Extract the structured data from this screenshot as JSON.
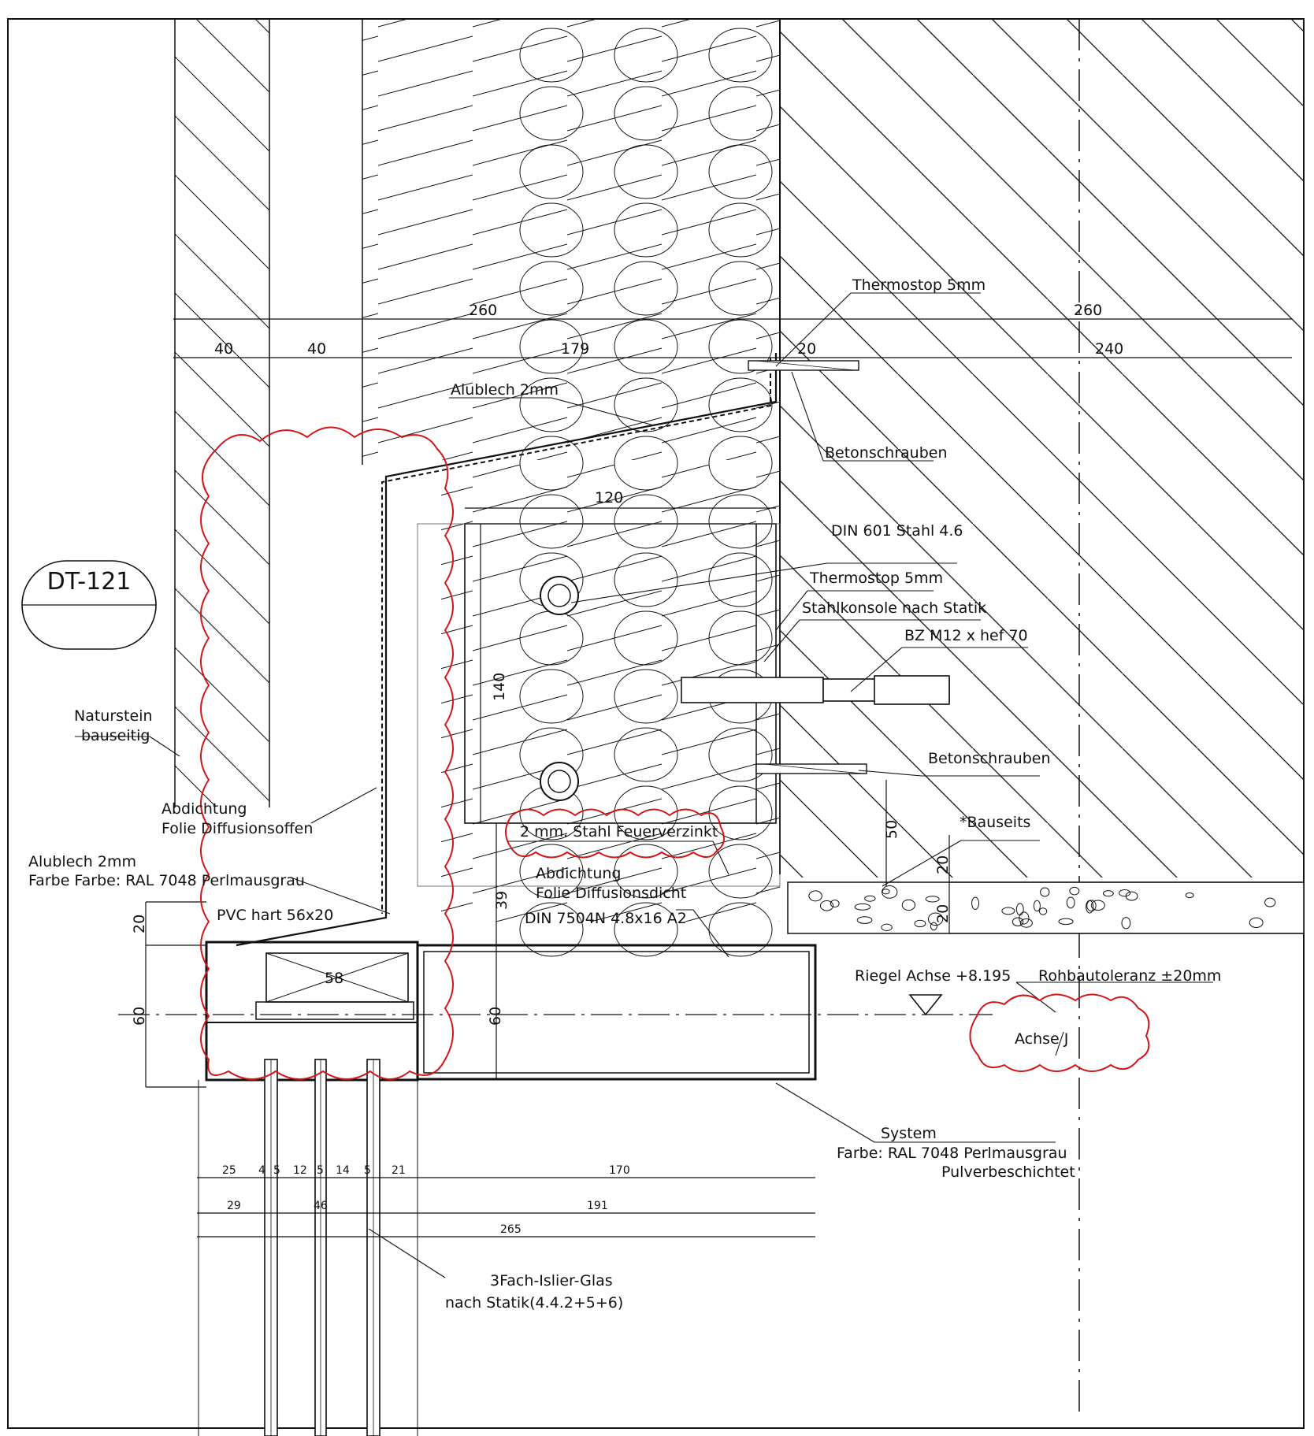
{
  "detail_id": "DT-121",
  "labels": {
    "thermostop_top": "Thermostop 5mm",
    "alublech_top": "Alublech 2mm",
    "betonschrauben_top": "Betonschrauben",
    "din601": "DIN 601 Stahl 4.6",
    "thermostop_mid": "Thermostop 5mm",
    "stahlkonsole": "Stahlkonsole nach Statik",
    "bz_m12": "BZ M12 x hef 70",
    "betonschrauben_mid": "Betonschrauben",
    "bauseits": "*Bauseits",
    "naturstein_1": "Naturstein",
    "naturstein_2": "bauseitig",
    "abdichtung_open_1": "Abdichtung",
    "abdichtung_open_2": "Folie Diffusionsoffen",
    "alublech_low_1": "Alublech 2mm",
    "alublech_low_2": "Farbe Farbe: RAL 7048 Perlmausgrau",
    "pvc": "PVC hart 56x20",
    "stahl_feuerverzinkt": "2 mm. Stahl Feuerverzinkt",
    "abdichtung_dicht_1": "Abdichtung",
    "abdichtung_dicht_2": "Folie Diffusionsdicht",
    "din7504": "DIN 7504N 4.8x16 A2",
    "riegel_achse": "Riegel Achse +8.195",
    "rohbautoleranz": "Rohbautoleranz ±20mm",
    "achse_j": "Achse J",
    "system_1": "System",
    "system_2": "Farbe: RAL 7048 Perlmausgrau",
    "system_3": "Pulverbeschichtet",
    "glas_1": "3Fach-Islier-Glas",
    "glas_2": "nach Statik(4.4.2+5+6)"
  },
  "dimensions": {
    "d260_left": "260",
    "d260_right": "260",
    "d40_a": "40",
    "d40_b": "40",
    "d179": "179",
    "d20_top": "20",
    "d240": "240",
    "d120": "120",
    "d140": "140",
    "d50": "50",
    "d20_right_a": "20",
    "d20_right_b": "20",
    "d39": "39",
    "d20_left": "20",
    "d58": "58",
    "d60_left": "60",
    "d60_mid": "60",
    "b25": "25",
    "b4": "4",
    "b5a": "5",
    "b12": "12",
    "b5b": "5",
    "b14": "14",
    "b5c": "5",
    "b21": "21",
    "b170": "170",
    "b29": "29",
    "b46": "46",
    "b191": "191",
    "b265": "265"
  },
  "colors": {
    "line": "#111111",
    "revision_cloud": "#d01818",
    "background": "#ffffff"
  }
}
